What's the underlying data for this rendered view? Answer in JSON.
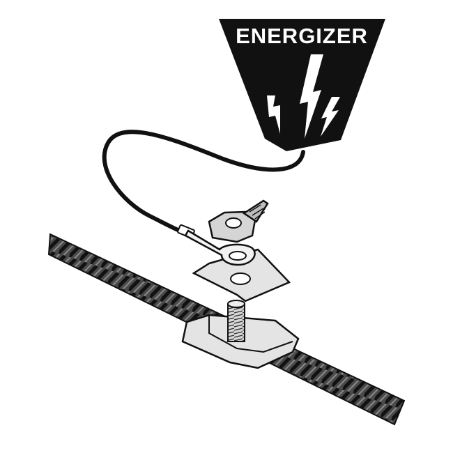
{
  "diagram": {
    "energizer_label": "ENERGIZER",
    "colors": {
      "background": "#ffffff",
      "ink": "#111111",
      "metal": "#e4e4e4",
      "metal_shade": "#b9b9b9",
      "rope": "#3a3a3a"
    },
    "components": {
      "energizer_badge": "lightning-bolt-badge",
      "lead_wire": "connector-lead-cable",
      "wing_nut": "wing-nut",
      "ring_terminal": "ring-terminal",
      "washer_plate": "washer-plate",
      "split_bolt": "split-bolt-clamp",
      "fence_rope": "braided-fence-rope"
    }
  }
}
